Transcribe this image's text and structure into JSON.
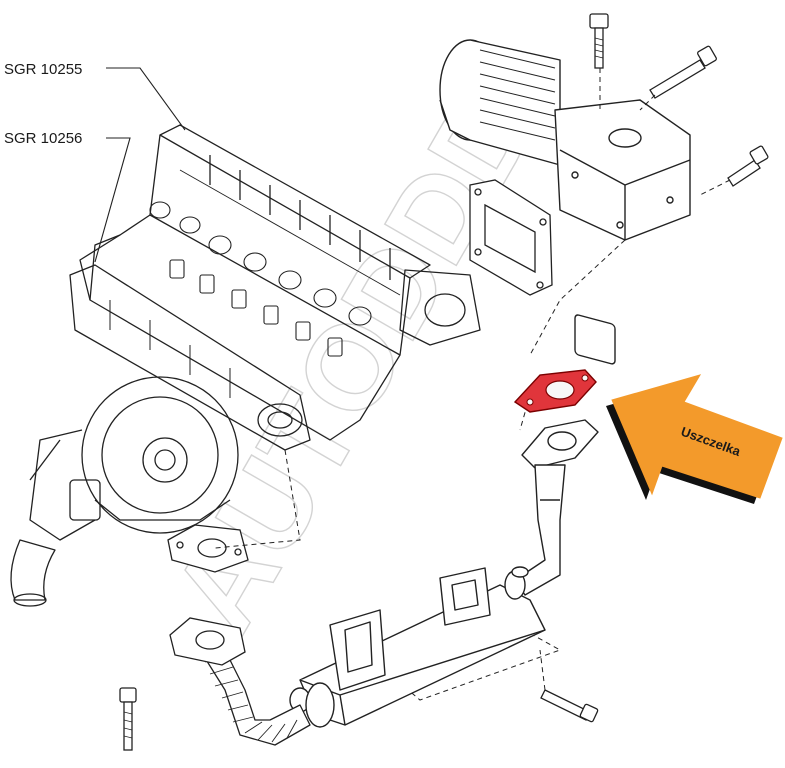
{
  "labels": {
    "part_a": "SGR 10255",
    "part_b": "SGR 10256"
  },
  "callout": {
    "text": "Uszczelka",
    "color": "#f39a2b",
    "highlight_color": "#e0353b"
  },
  "watermark": {
    "text": "AUTODDD"
  }
}
